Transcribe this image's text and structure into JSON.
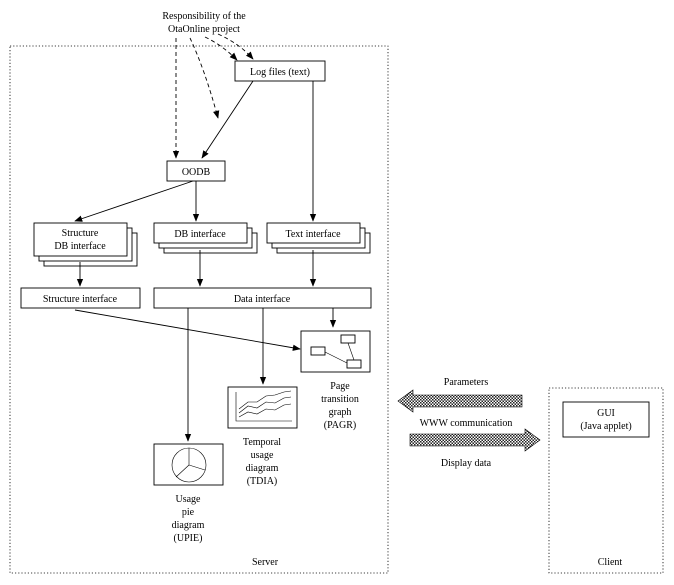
{
  "responsibility_note": [
    "Responsibility of the",
    "OtaOnline project"
  ],
  "server_label": "Server",
  "client_label": "Client",
  "nodes": {
    "log_files": "Log files (text)",
    "oodb": "OODB",
    "structure_db_interface": [
      "Structure",
      "DB interface"
    ],
    "db_interface": "DB interface",
    "text_interface": "Text interface",
    "structure_interface": "Structure interface",
    "data_interface": "Data interface",
    "gui": [
      "GUI",
      "(Java applet)"
    ]
  },
  "outputs": {
    "pagr": [
      "Page",
      "transition",
      "graph",
      "(PAGR)"
    ],
    "tdia": [
      "Temporal",
      "usage",
      "diagram",
      "(TDIA)"
    ],
    "upie": [
      "Usage",
      "pie",
      "diagram",
      "(UPIE)"
    ]
  },
  "communication": {
    "parameters": "Parameters",
    "www": "WWW communication",
    "display": "Display data"
  }
}
